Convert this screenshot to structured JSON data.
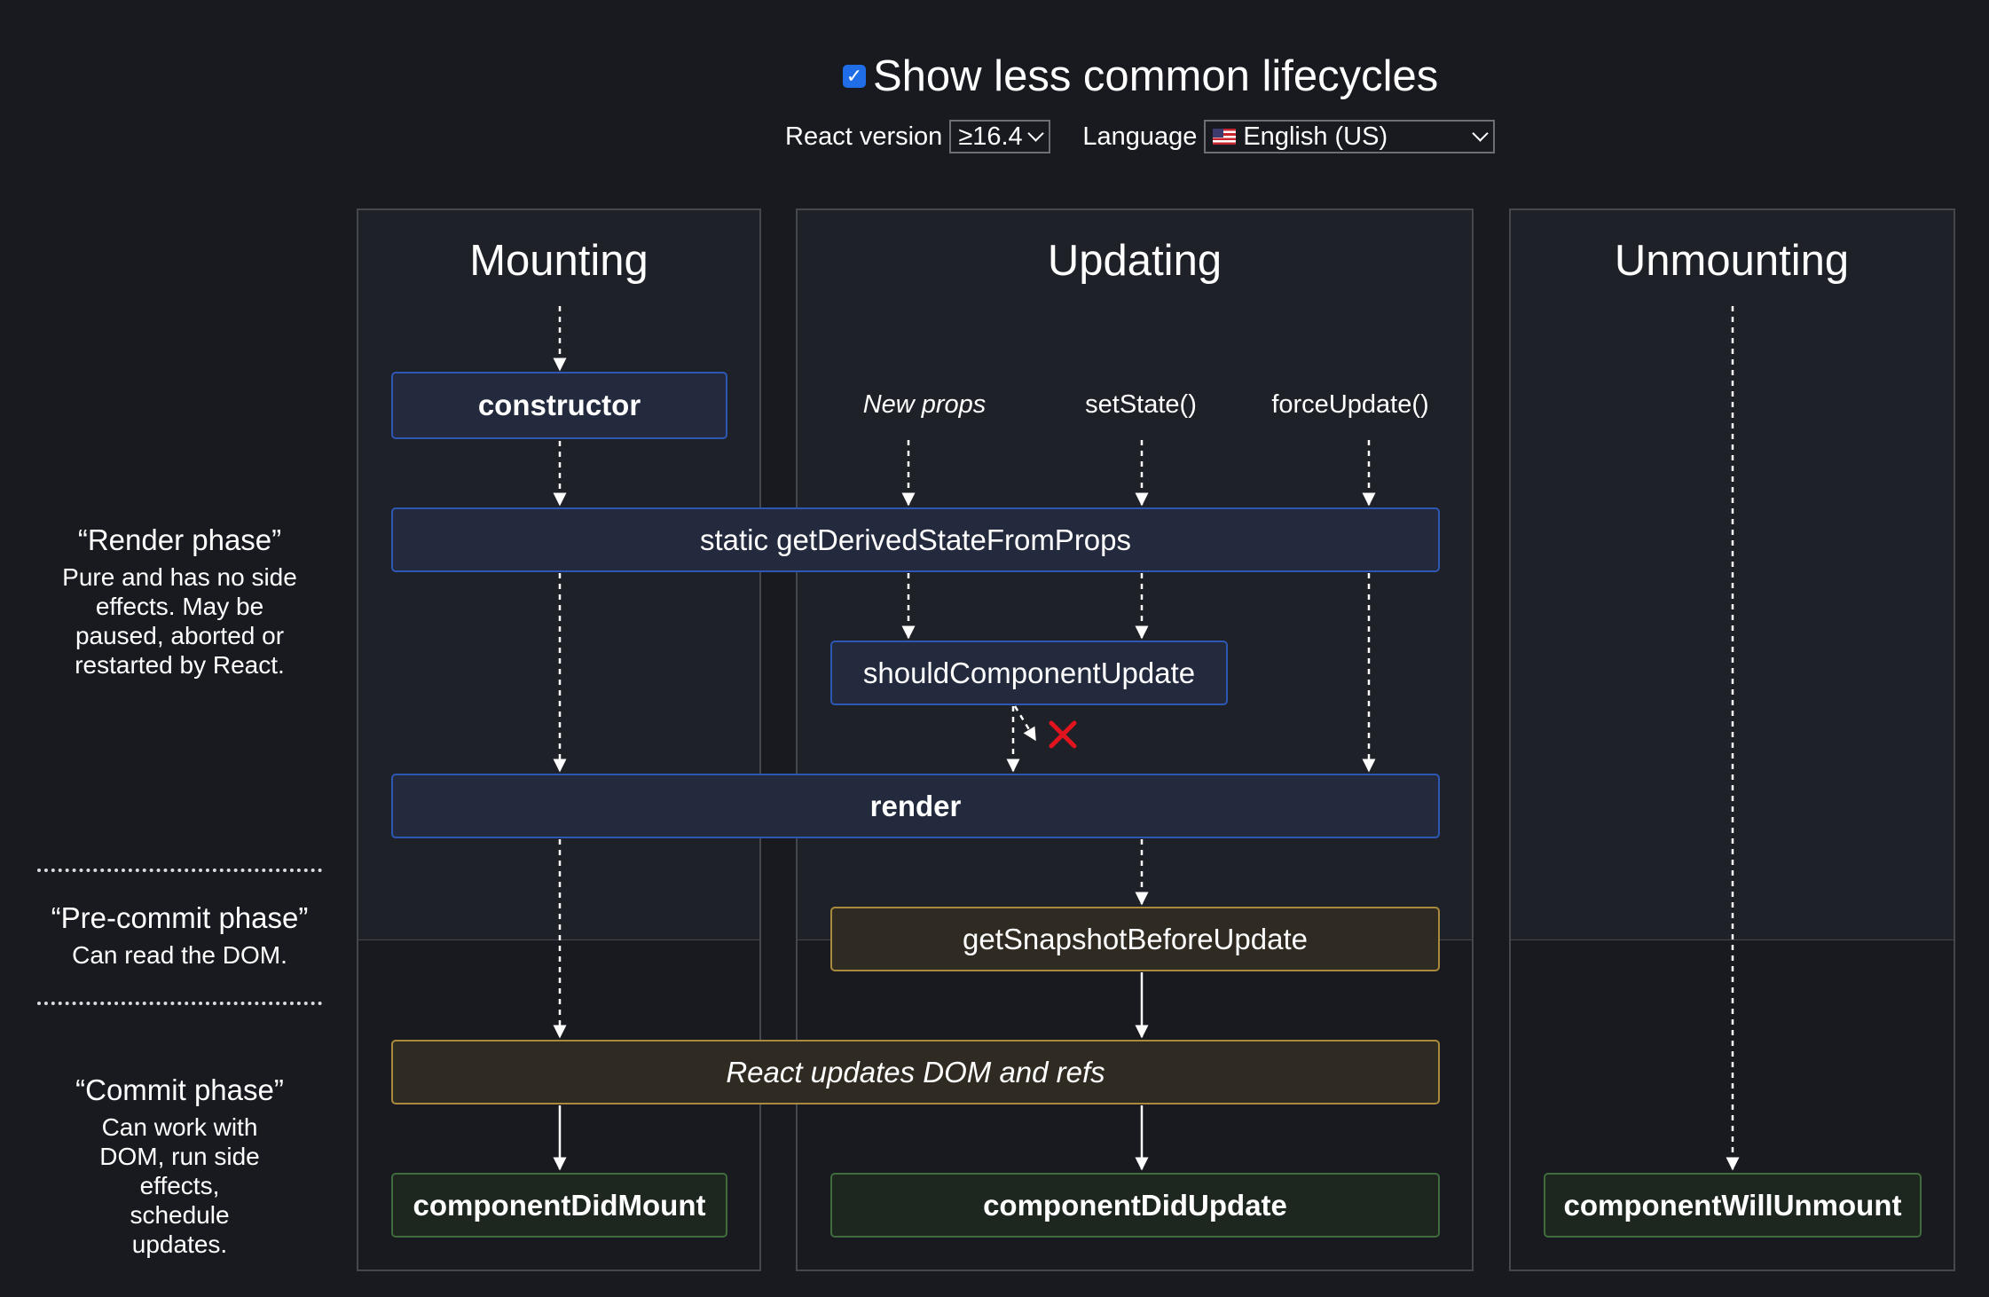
{
  "controls": {
    "show_less_common_label": "Show less common lifecycles",
    "show_less_common_checked": true,
    "react_version_label": "React version",
    "react_version_value": "≥16.4",
    "language_label": "Language",
    "language_value": "English (US)",
    "language_flag": "us-flag-icon",
    "checkbox_color": "#1f6ee8"
  },
  "columns": {
    "mounting": "Mounting",
    "updating": "Updating",
    "unmounting": "Unmounting"
  },
  "triggers": {
    "new_props": "New props",
    "set_state": "setState()",
    "force_update": "forceUpdate()"
  },
  "methods": {
    "constructor": "constructor",
    "get_derived_state": "static getDerivedStateFromProps",
    "should_component_update": "shouldComponentUpdate",
    "render": "render",
    "get_snapshot": "getSnapshotBeforeUpdate",
    "react_updates_dom": "React updates DOM and refs",
    "component_did_mount": "componentDidMount",
    "component_did_update": "componentDidUpdate",
    "component_will_unmount": "componentWillUnmount"
  },
  "phases": {
    "render": {
      "title": "“Render phase”",
      "description": "Pure and has no side effects. May be paused, aborted or restarted by React."
    },
    "pre_commit": {
      "title": "“Pre-commit phase”",
      "description": "Can read the DOM."
    },
    "commit": {
      "title": "“Commit phase”",
      "description": "Can work with DOM, run side effects, schedule updates."
    }
  },
  "colors": {
    "background": "#181a20",
    "render_phase_box": "#2e57b4",
    "pre_commit_box": "#a98a3c",
    "commit_box": "#3f6b3d",
    "skip_marker": "#e0141e"
  }
}
